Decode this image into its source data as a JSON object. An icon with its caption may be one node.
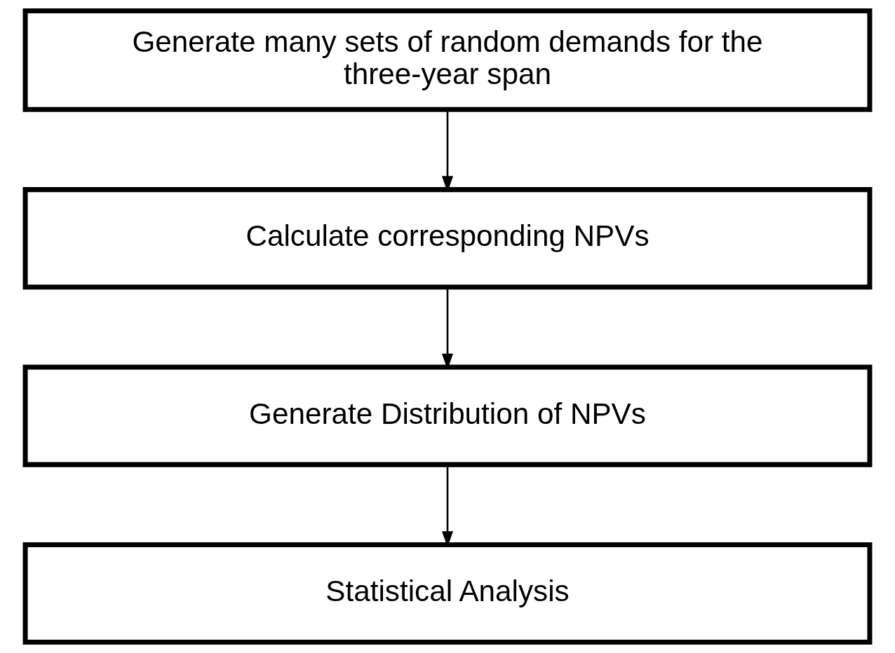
{
  "diagram": {
    "nodes": [
      {
        "text": [
          "Generate many sets of random demands for the three-year span"
        ]
      },
      {
        "text": [
          "Calculate corresponding NPVs"
        ]
      },
      {
        "text": [
          "Generate Distribution of NPVs"
        ]
      },
      {
        "text": [
          "Statistical Analysis"
        ]
      }
    ],
    "edges": [
      {
        "from": 0,
        "to": 1,
        "arrow": "to"
      },
      {
        "from": 1,
        "to": 2,
        "arrow": "to"
      },
      {
        "from": 2,
        "to": 3,
        "arrow": "to"
      }
    ]
  }
}
